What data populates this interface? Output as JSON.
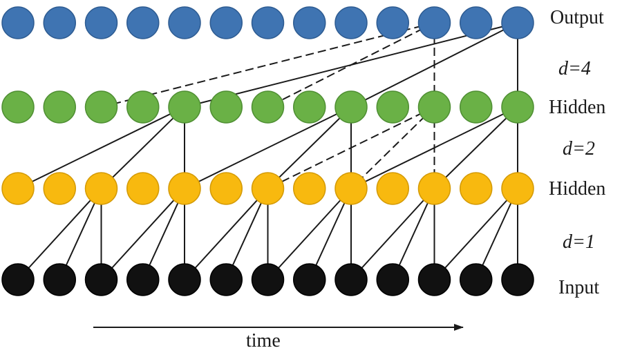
{
  "layers": [
    {
      "key": "output",
      "label": "Output",
      "fill": "#3f74b2",
      "stroke": "#2e5c92"
    },
    {
      "key": "hidden2",
      "label": "Hidden",
      "fill": "#6ab146",
      "stroke": "#4f8f33"
    },
    {
      "key": "hidden1",
      "label": "Hidden",
      "fill": "#f8b90f",
      "stroke": "#d49a06"
    },
    {
      "key": "input",
      "label": "Input",
      "fill": "#111111",
      "stroke": "#000000"
    }
  ],
  "dilations": [
    {
      "label": "d=4"
    },
    {
      "label": "d=2"
    },
    {
      "label": "d=1"
    }
  ],
  "nodes_per_layer": 13,
  "time_axis": {
    "label": "time"
  },
  "edge_color": "#1a1a1a"
}
